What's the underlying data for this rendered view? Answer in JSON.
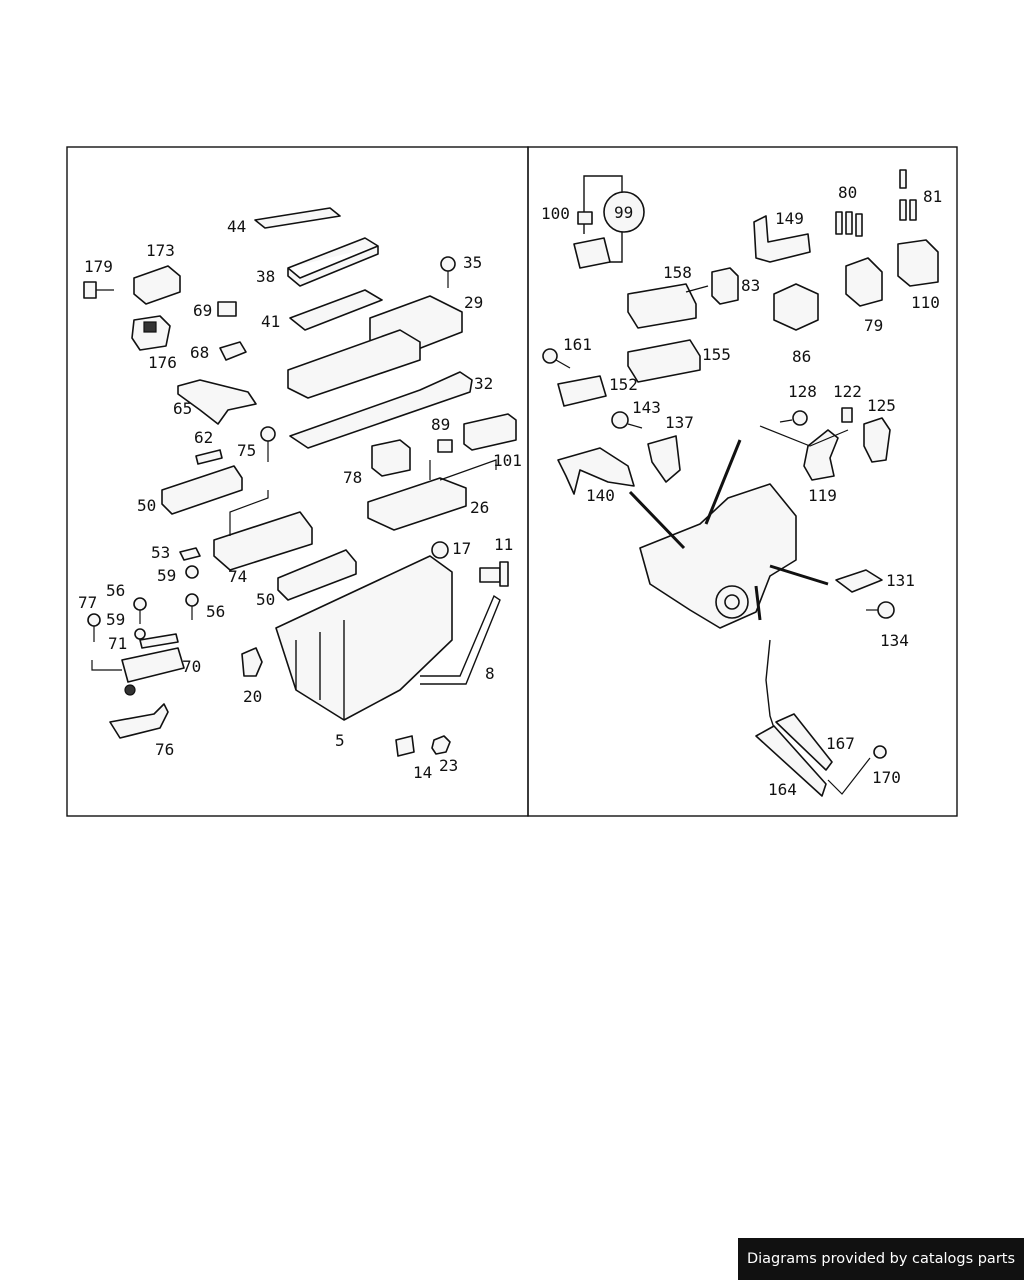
{
  "credit": "Diagrams provided by catalogs parts",
  "colors": {
    "ink": "#111111",
    "paper": "#ffffff",
    "credit_bg": "#111111",
    "credit_fg": "#ffffff"
  },
  "left_panel": {
    "labels": [
      "44",
      "179",
      "173",
      "38",
      "35",
      "29",
      "69",
      "41",
      "176",
      "68",
      "32",
      "65",
      "62",
      "75",
      "89",
      "101",
      "78",
      "50",
      "26",
      "53",
      "17",
      "11",
      "59",
      "74",
      "50",
      "56",
      "56",
      "77",
      "59",
      "71",
      "70",
      "20",
      "8",
      "76",
      "5",
      "14",
      "23"
    ]
  },
  "right_panel": {
    "labels": [
      "100",
      "99",
      "149",
      "80",
      "81",
      "158",
      "83",
      "110",
      "79",
      "161",
      "155",
      "86",
      "152",
      "143",
      "128",
      "122",
      "125",
      "137",
      "140",
      "119",
      "131",
      "134",
      "167",
      "164",
      "170"
    ]
  }
}
